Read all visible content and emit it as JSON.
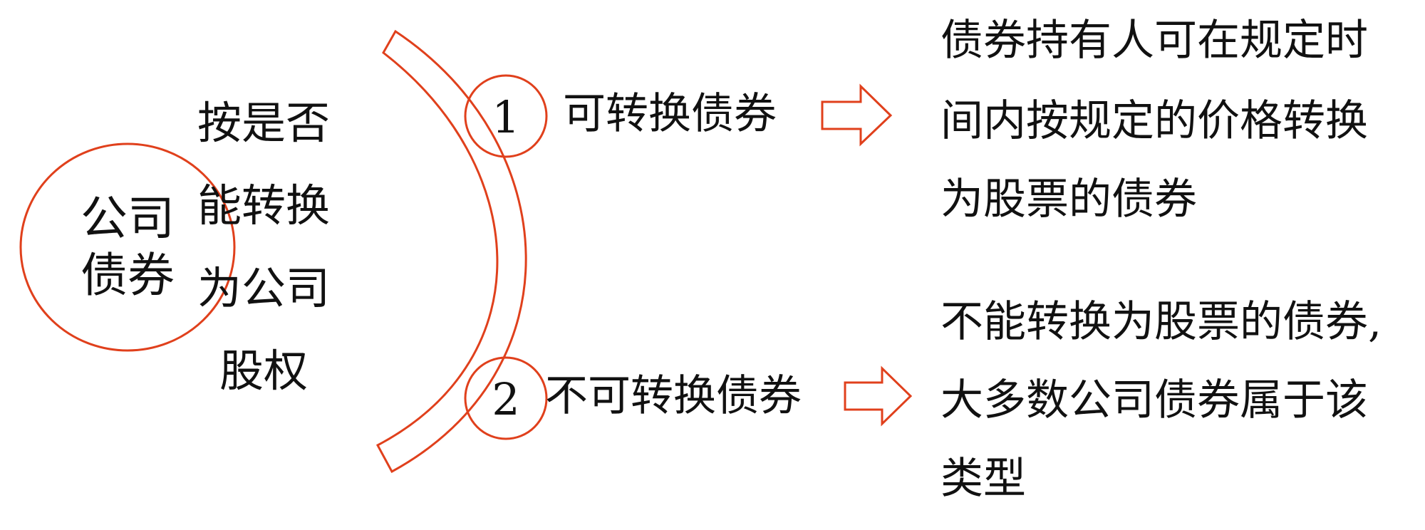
{
  "colors": {
    "accent": "#E0401C",
    "text": "#111111",
    "background": "#FFFFFF"
  },
  "root": {
    "line1": "公司",
    "line2": "债券"
  },
  "criterion": {
    "lines": [
      "按是否",
      "能转换",
      "为公司",
      "股权"
    ]
  },
  "branches": [
    {
      "number": "1",
      "label": "可转换债券",
      "description": [
        "债券持有人可在规定时",
        "间内按规定的价格转换",
        "为股票的债券"
      ]
    },
    {
      "number": "2",
      "label": "不可转换债券",
      "description": [
        "不能转换为股票的债券,",
        "大多数公司债券属于该",
        "类型"
      ]
    }
  ]
}
